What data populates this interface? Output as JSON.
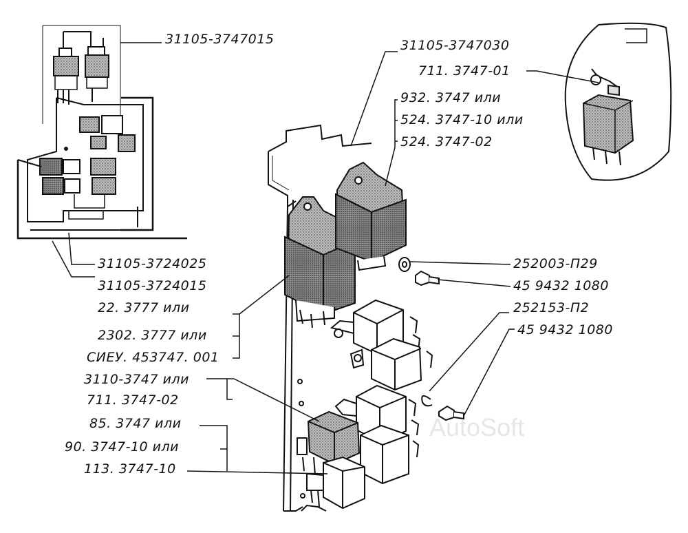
{
  "labels": {
    "top_left_unit": "31105-3747015",
    "bracket": "31105-3747030",
    "relay_single": "711. 3747-01",
    "main_relay_1": "932. 3747 или",
    "main_relay_2": "524. 3747-10 или",
    "main_relay_3": "524. 3747-02",
    "washer_1": "252003-П29",
    "screw_1": "45 9432 1080",
    "washer_2": "252153-П2",
    "screw_2": "45 9432 1080",
    "harness_1": "31105-3724025",
    "harness_2": "31105-3724015",
    "timer_1": "22. 3777 или",
    "timer_2": "2302. 3777 или",
    "timer_3": "СИЕУ. 453747. 001",
    "relay_a_1": "3110-3747 или",
    "relay_a_2": "711. 3747-02",
    "relay_b_1": "85. 3747 или",
    "relay_b_2": "90. 3747-10 или",
    "relay_b_3": "113. 3747-10"
  },
  "watermark": "AutoSoft"
}
